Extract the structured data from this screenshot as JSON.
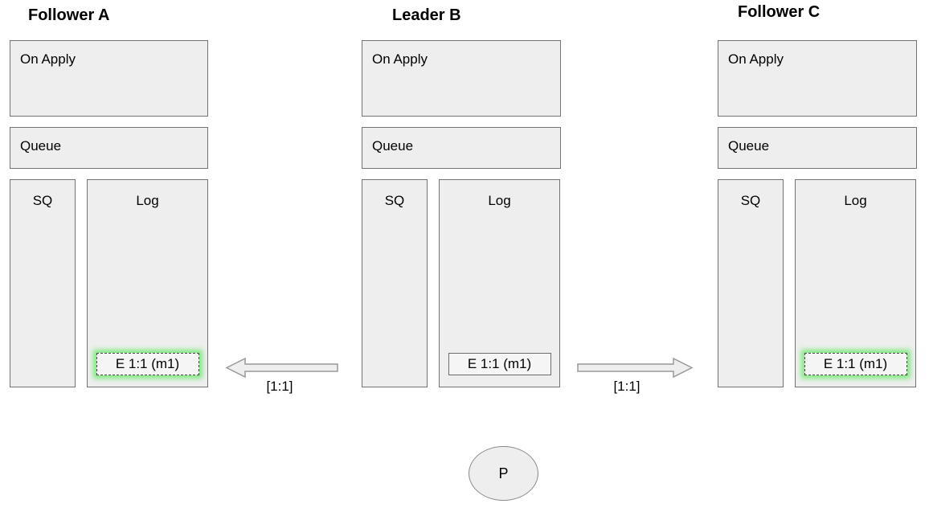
{
  "diagram": {
    "nodes": [
      {
        "id": "follower-a",
        "title": "Follower A",
        "boxes": {
          "on_apply": "On Apply",
          "queue": "Queue",
          "sq": "SQ",
          "log": "Log"
        },
        "log_entry": {
          "text": "E 1:1 (m1)",
          "border_style": "dashed",
          "highlighted": true
        }
      },
      {
        "id": "leader-b",
        "title": "Leader B",
        "boxes": {
          "on_apply": "On Apply",
          "queue": "Queue",
          "sq": "SQ",
          "log": "Log"
        },
        "log_entry": {
          "text": "E 1:1 (m1)",
          "border_style": "solid",
          "highlighted": false
        }
      },
      {
        "id": "follower-c",
        "title": "Follower C",
        "boxes": {
          "on_apply": "On Apply",
          "queue": "Queue",
          "sq": "SQ",
          "log": "Log"
        },
        "log_entry": {
          "text": "E 1:1 (m1)",
          "border_style": "dashed",
          "highlighted": true
        }
      }
    ],
    "arrows": [
      {
        "id": "replicate-to-follower-a",
        "direction": "left",
        "label": "[1:1]"
      },
      {
        "id": "replicate-to-follower-c",
        "direction": "right",
        "label": "[1:1]"
      }
    ],
    "proposer": {
      "label": "P"
    },
    "colors": {
      "box_fill": "#eeeeee",
      "box_border": "#737373",
      "entry_fill": "#f5f5f5",
      "entry_border": "#474747",
      "highlight_glow": "#82e982",
      "arrow_fill": "#eeeeee",
      "arrow_border": "#999999",
      "text": "#000000"
    }
  }
}
